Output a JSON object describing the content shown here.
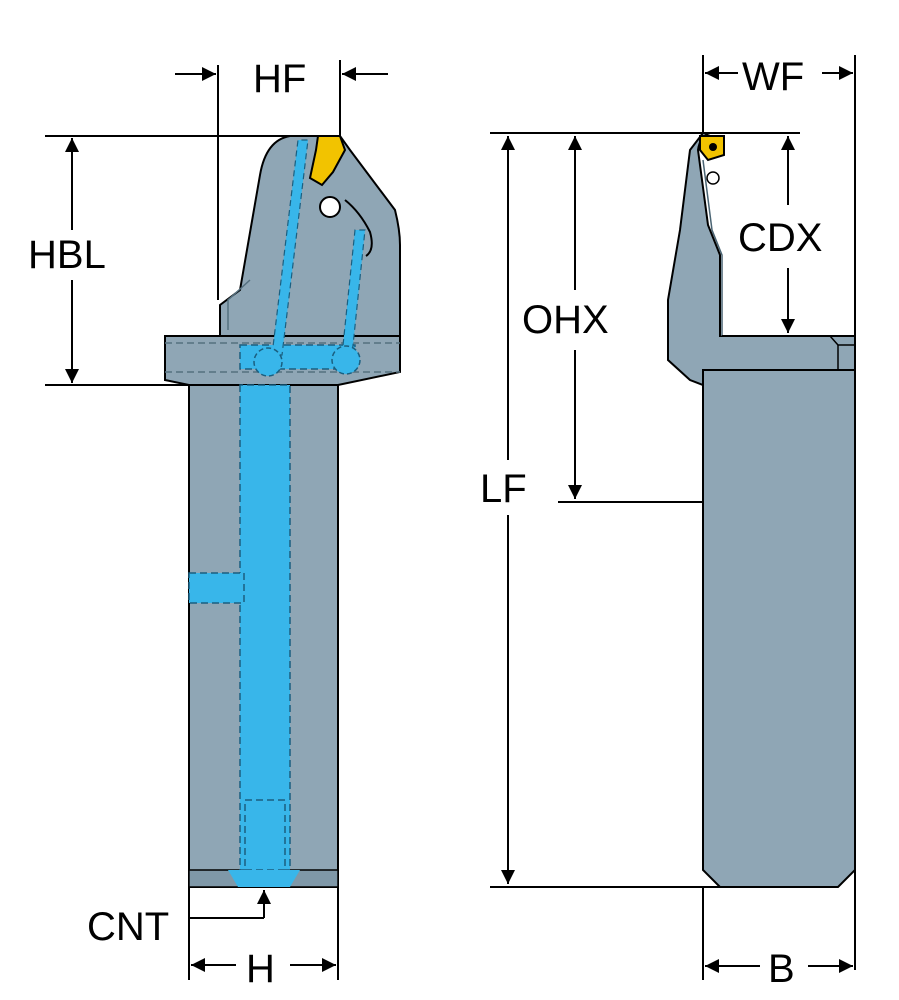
{
  "labels": {
    "hf": "HF",
    "hbl": "HBL",
    "cnt": "CNT",
    "h": "H",
    "wf": "WF",
    "cdx": "CDX",
    "ohx": "OHX",
    "lf": "LF",
    "b": "B"
  },
  "colors": {
    "body": "#8fa6b5",
    "body_dark": "#6e8797",
    "coolant": "#38b6ea",
    "insert": "#f2c300",
    "outline": "#000000"
  }
}
